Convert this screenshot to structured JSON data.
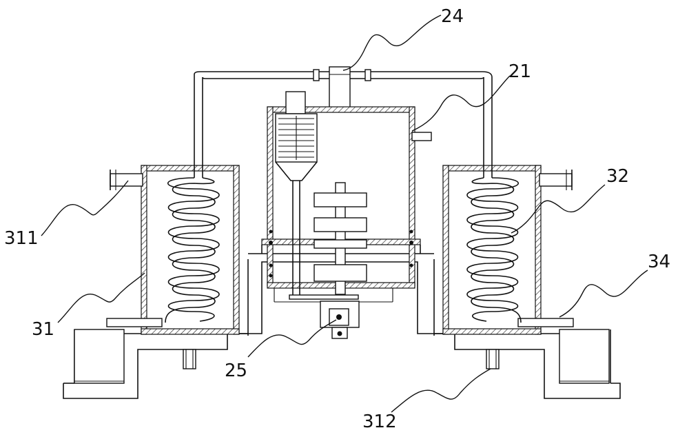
{
  "labels": {
    "l24": "24",
    "l21": "21",
    "l32": "32",
    "l311": "311",
    "l34": "34",
    "l31": "31",
    "l25": "25",
    "l312": "312"
  }
}
